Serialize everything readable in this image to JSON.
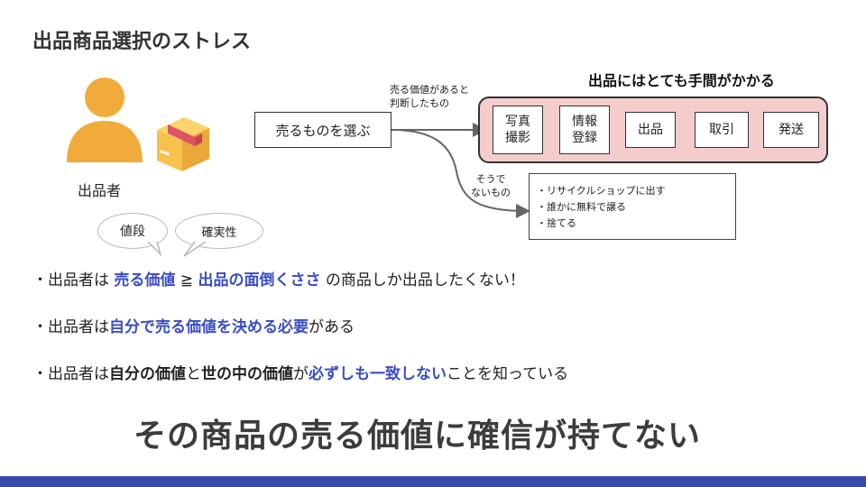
{
  "title": "出品商品選択のストレス",
  "seller": {
    "label": "出品者",
    "icons": [
      "person-icon",
      "package-box-icon"
    ],
    "colors": {
      "person": "#f0ab3a",
      "box": "#f6c14c",
      "box_tape": "#e05263"
    }
  },
  "bubbles": {
    "price": "値段",
    "certainty": "確実性"
  },
  "flow": {
    "choose": "売るものを選ぶ",
    "yes_label": [
      "売る価値があると",
      "判断したもの"
    ],
    "no_label": [
      "そうで",
      "ないもの"
    ],
    "group_title": "出品にはとても手間がかかる",
    "steps": [
      [
        "写真",
        "撮影"
      ],
      [
        "情報",
        "登録"
      ],
      [
        "出品"
      ],
      [
        "取引"
      ],
      [
        "発送"
      ]
    ],
    "alternatives": [
      "・リサイクルショップに出す",
      "・誰かに無料で譲る",
      "・捨てる"
    ],
    "colors": {
      "group_fill": "#f4cccc"
    }
  },
  "points": [
    {
      "bullet": "・出品者は ",
      "hl1": "売る価値",
      "sym": " ≧ ",
      "hl2": "出品の面倒くささ",
      "rest": " の商品しか出品したくない！"
    },
    {
      "bullet": "・出品者は",
      "hl1": "自分で売る価値を決める必要",
      "rest": "がある"
    },
    {
      "bullet": "・出品者は",
      "bk1": "自分の価値",
      "mid1": "と",
      "bk2": "世の中の価値",
      "mid2": "が",
      "hl1": "必ずしも一致しない",
      "rest": "ことを知っている"
    }
  ],
  "conclusion": "その商品の売る価値に確信が持てない",
  "colors": {
    "highlight": "#3a4dc4",
    "bar": "#3949ab"
  }
}
